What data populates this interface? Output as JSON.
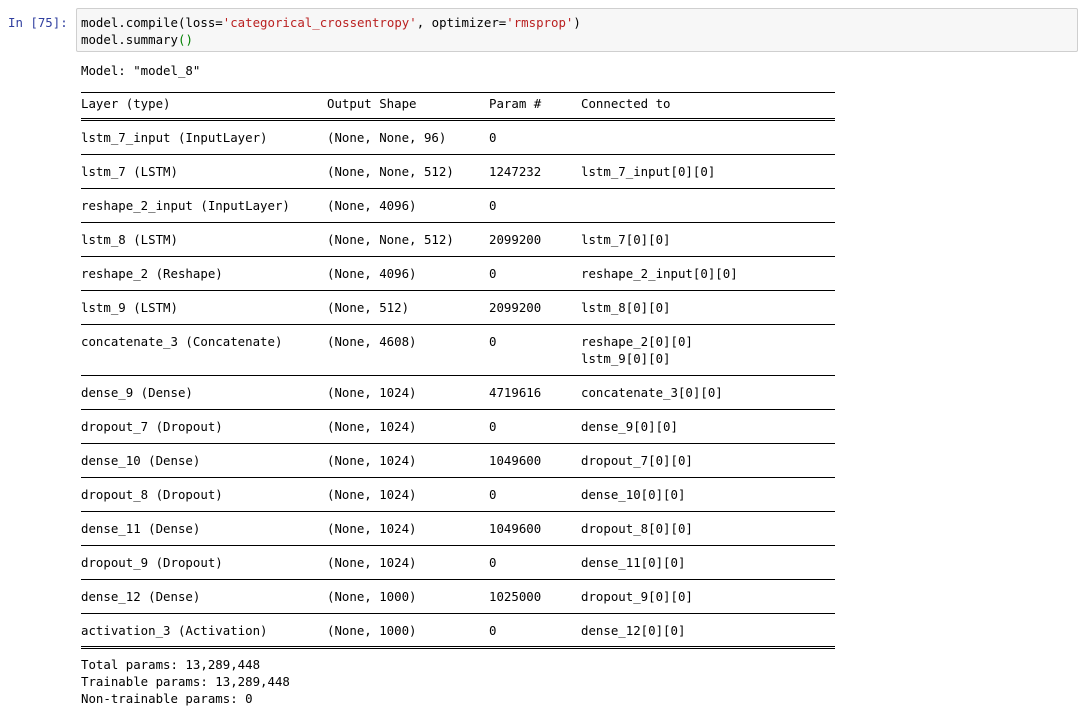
{
  "cell": {
    "prompt": "In [75]:",
    "code": {
      "line1": {
        "p1": "model.compile(loss=",
        "s1": "'categorical_crossentropy'",
        "p2": ", optimizer=",
        "s2": "'rmsprop'",
        "p3": ")"
      },
      "line2": {
        "p1": "model.summary",
        "paren": "()"
      }
    }
  },
  "summary": {
    "title": "Model: \"model_8\"",
    "headers": {
      "layer": "Layer (type)",
      "shape": "Output Shape",
      "param": "Param #",
      "connected": "Connected to"
    },
    "rows": [
      {
        "layer": "lstm_7_input (InputLayer)",
        "shape": "(None, None, 96)",
        "param": "0",
        "connected": ""
      },
      {
        "layer": "lstm_7 (LSTM)",
        "shape": "(None, None, 512)",
        "param": "1247232",
        "connected": "lstm_7_input[0][0]"
      },
      {
        "layer": "reshape_2_input (InputLayer)",
        "shape": "(None, 4096)",
        "param": "0",
        "connected": ""
      },
      {
        "layer": "lstm_8 (LSTM)",
        "shape": "(None, None, 512)",
        "param": "2099200",
        "connected": "lstm_7[0][0]"
      },
      {
        "layer": "reshape_2 (Reshape)",
        "shape": "(None, 4096)",
        "param": "0",
        "connected": "reshape_2_input[0][0]"
      },
      {
        "layer": "lstm_9 (LSTM)",
        "shape": "(None, 512)",
        "param": "2099200",
        "connected": "lstm_8[0][0]"
      },
      {
        "layer": "concatenate_3 (Concatenate)",
        "shape": "(None, 4608)",
        "param": "0",
        "connected": "reshape_2[0][0]",
        "connected2": "lstm_9[0][0]"
      },
      {
        "layer": "dense_9 (Dense)",
        "shape": "(None, 1024)",
        "param": "4719616",
        "connected": "concatenate_3[0][0]"
      },
      {
        "layer": "dropout_7 (Dropout)",
        "shape": "(None, 1024)",
        "param": "0",
        "connected": "dense_9[0][0]"
      },
      {
        "layer": "dense_10 (Dense)",
        "shape": "(None, 1024)",
        "param": "1049600",
        "connected": "dropout_7[0][0]"
      },
      {
        "layer": "dropout_8 (Dropout)",
        "shape": "(None, 1024)",
        "param": "0",
        "connected": "dense_10[0][0]"
      },
      {
        "layer": "dense_11 (Dense)",
        "shape": "(None, 1024)",
        "param": "1049600",
        "connected": "dropout_8[0][0]"
      },
      {
        "layer": "dropout_9 (Dropout)",
        "shape": "(None, 1024)",
        "param": "0",
        "connected": "dense_11[0][0]"
      },
      {
        "layer": "dense_12 (Dense)",
        "shape": "(None, 1000)",
        "param": "1025000",
        "connected": "dropout_9[0][0]"
      },
      {
        "layer": "activation_3 (Activation)",
        "shape": "(None, 1000)",
        "param": "0",
        "connected": "dense_12[0][0]"
      }
    ],
    "total": "Total params: 13,289,448",
    "trainable": "Trainable params: 13,289,448",
    "non_trainable": "Non-trainable params: 0"
  },
  "colors": {
    "prompt": "#303F9F",
    "string": "#BA2121",
    "paren": "#008000",
    "input_bg": "#f7f7f7",
    "input_border": "#cfcfcf"
  }
}
